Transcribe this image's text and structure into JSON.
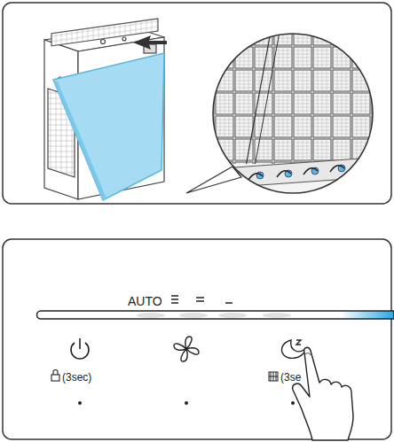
{
  "diagram": {
    "labels": [
      "AUTO",
      "(3sec)",
      "(3se"
    ]
  }
}
